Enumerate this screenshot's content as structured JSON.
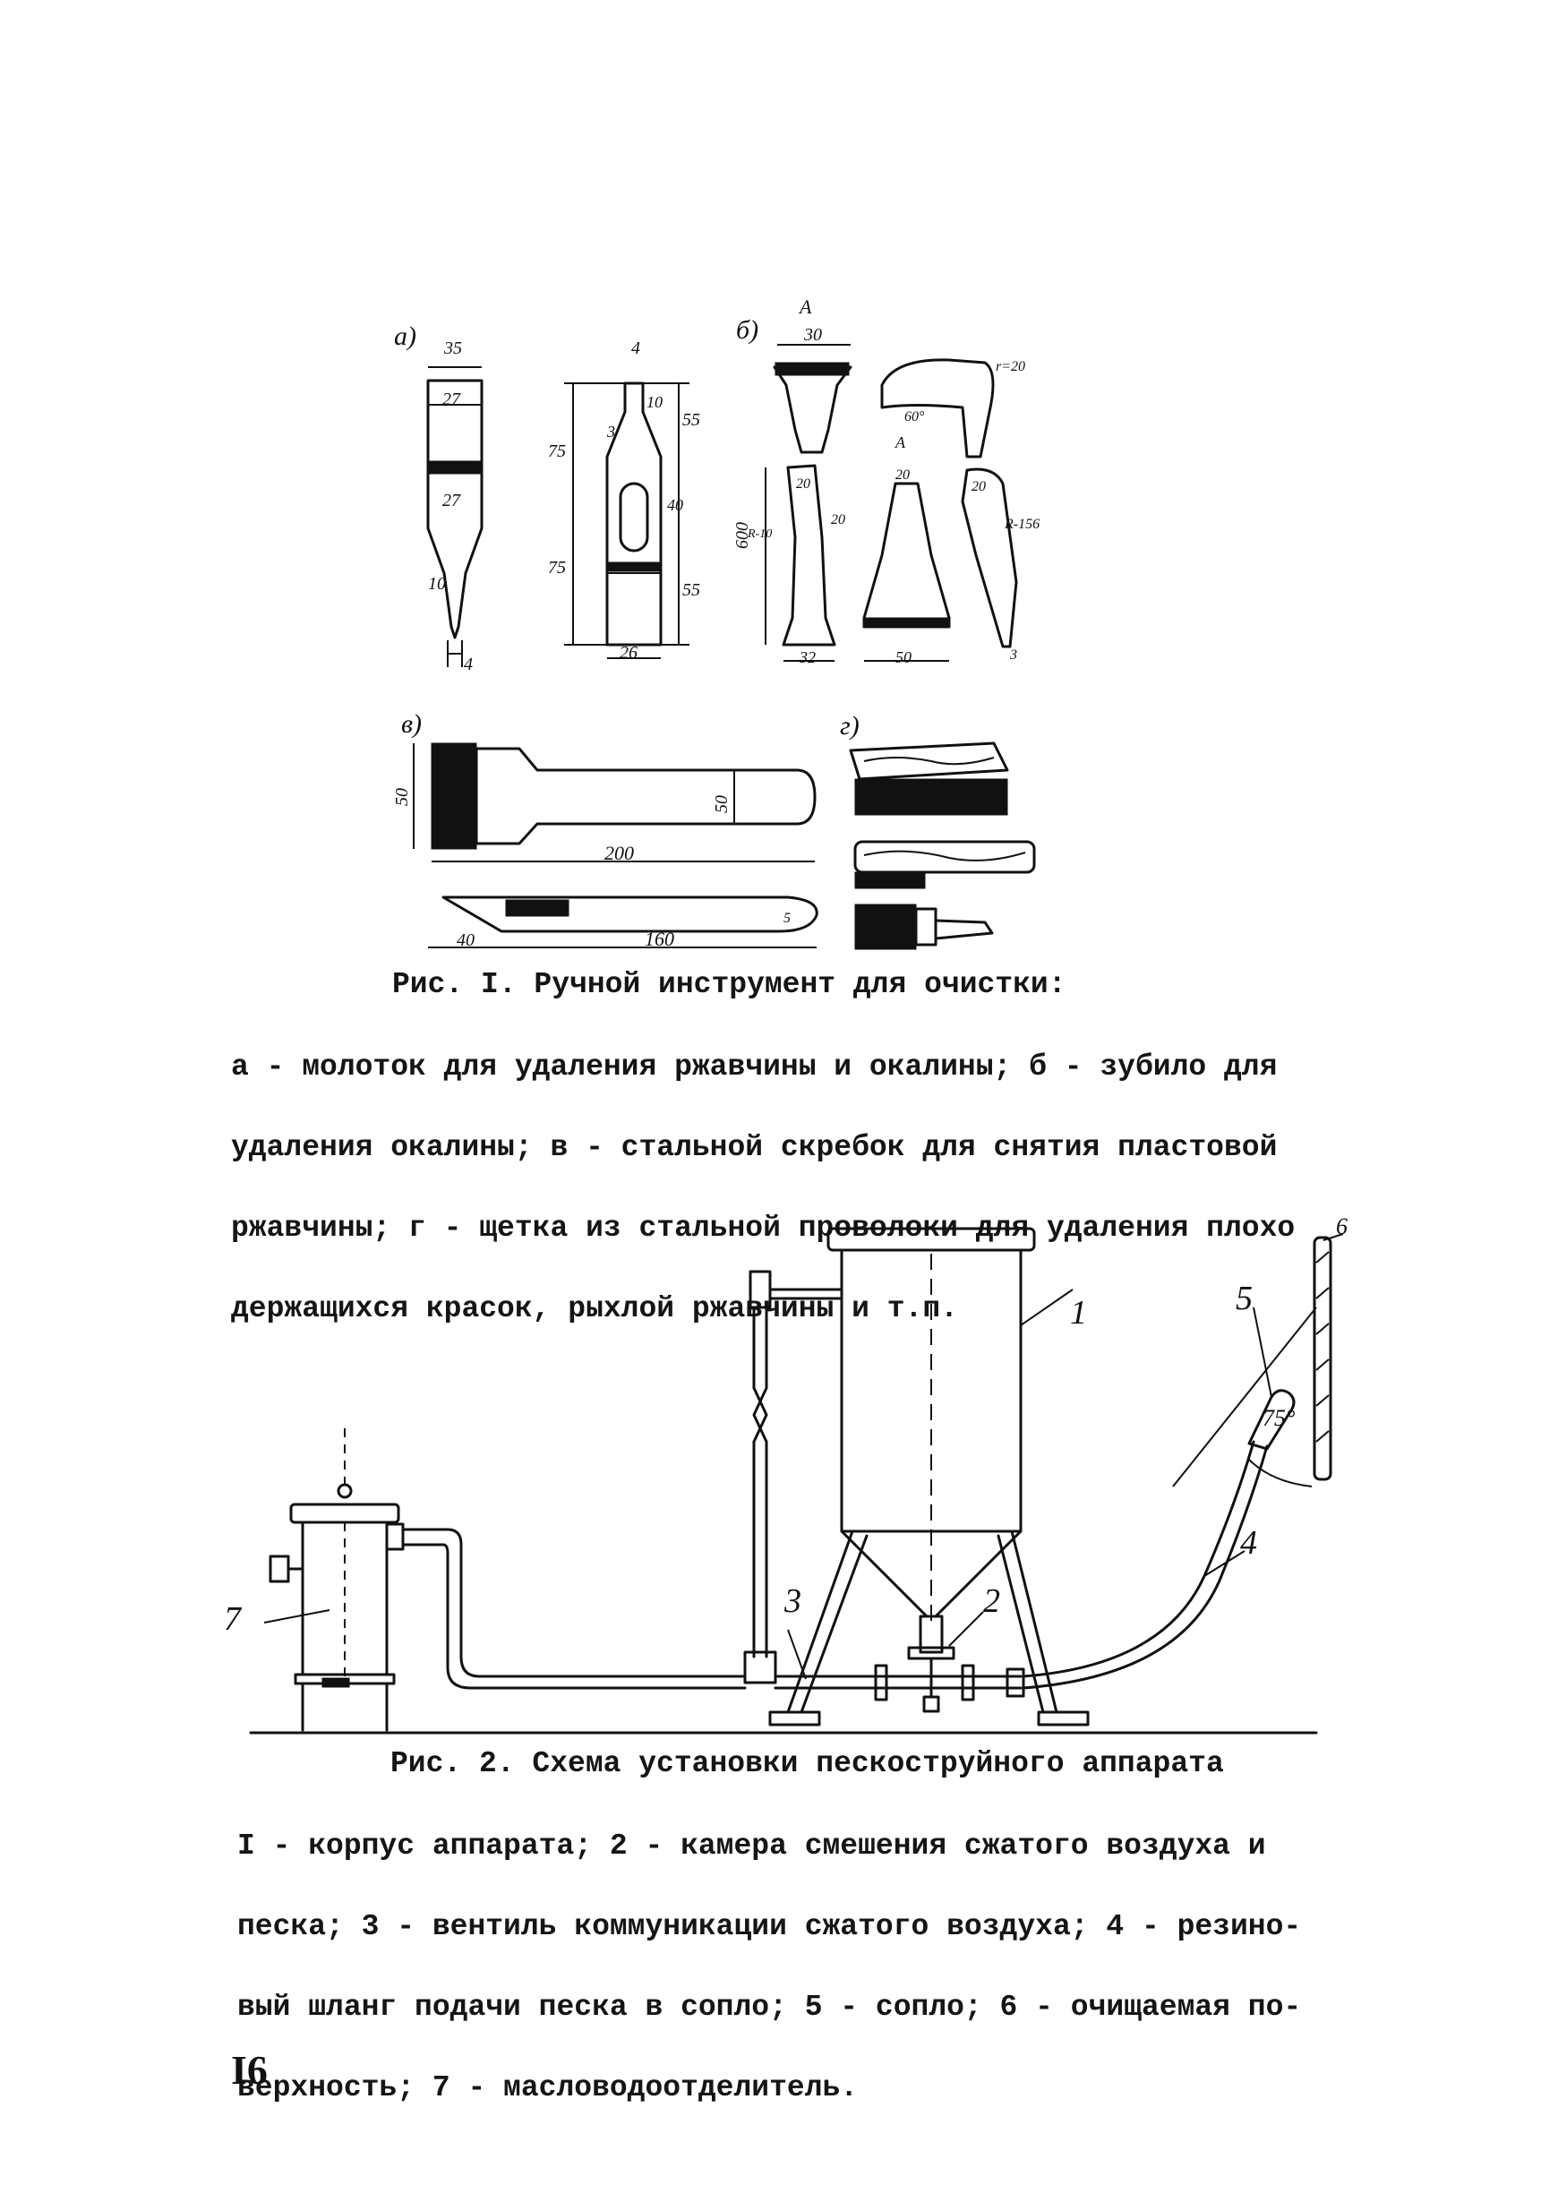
{
  "figure1": {
    "panel_a_label": "а)",
    "panel_b_label": "б)",
    "panel_v_label": "в)",
    "panel_g_label": "г)",
    "dims": {
      "a_top": "35",
      "a_mid1": "27",
      "a_mid2": "27",
      "a_tip": "10",
      "a_bottom": "4",
      "a2_top": "4",
      "a2_left_upper": "75",
      "a2_left_lower": "75",
      "a2_right_upper": "55",
      "a2_right_lower": "55",
      "a2_small1": "3",
      "a2_small2": "10",
      "a2_small3": "40",
      "a2_bottom": "26",
      "b_section": "А",
      "b_top": "30",
      "b_radius": "r=20",
      "b_angle": "60°",
      "b_height": "600",
      "b_w1": "20",
      "b_h1": "20",
      "b_w2": "20",
      "b_w3": "20",
      "b_r1": "R-10",
      "b_r2": "R-156",
      "b_bottom1": "32",
      "b_bottom2": "50",
      "b_bottom3": "3",
      "v_height": "50",
      "v_width": "50",
      "v_length": "200",
      "v_tip": "40",
      "v_length2": "160",
      "v_small": "5"
    },
    "caption_title": "Рис. I. Ручной инструмент для очистки:",
    "caption_lines": [
      "а - молоток для удаления ржавчины и окалины; б - зубило для",
      "удаления окалины; в - стальной скребок для снятия пластовой",
      "ржавчины; г - щетка из стальной проволоки для удаления плохо",
      "держащихся красок, рыхлой ржавчины и т.п."
    ]
  },
  "figure2": {
    "labels": {
      "l1": "1",
      "l2": "2",
      "l3": "3",
      "l4": "4",
      "l5": "5",
      "l6": "6",
      "l7": "7",
      "angle": "75°"
    },
    "caption_title": "Рис. 2. Схема установки пескоструйного аппарата",
    "caption_lines": [
      "I - корпус аппарата; 2 - камера смешения сжатого воздуха и",
      "песка; 3 - вентиль коммуникации сжатого воздуха; 4 - резино-",
      "вый шланг подачи песка в сопло; 5 - сопло; 6 - очищаемая по-",
      "верхность; 7 - масловодоотделитель."
    ]
  },
  "page_number": "I6"
}
